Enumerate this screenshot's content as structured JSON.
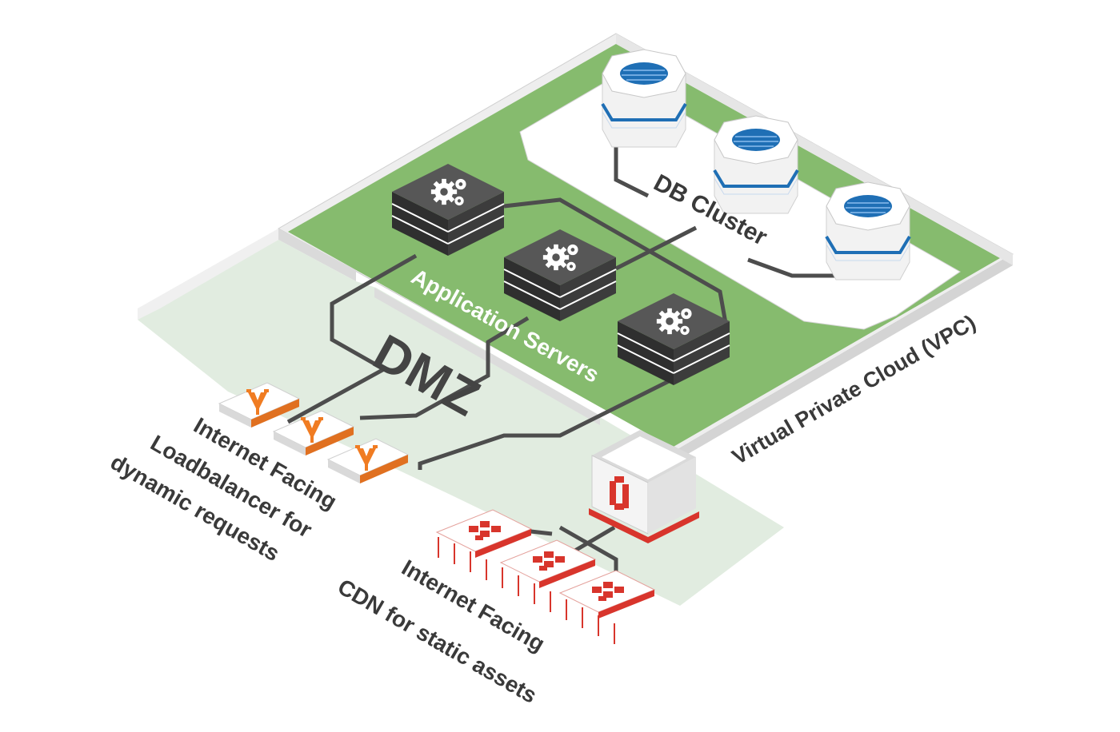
{
  "labels": {
    "vpc": "Virtual Private Cloud (VPC)",
    "db_cluster": "DB Cluster",
    "app_servers": "Application Servers",
    "dmz": "DMZ",
    "lb_line1": "Internet Facing",
    "lb_line2": "Loadbalancer for",
    "lb_line3": "dynamic requests",
    "cdn_line1": "Internet Facing",
    "cdn_line2": "CDN for static assets"
  },
  "icons": {
    "app_server": "gear-icon",
    "db": "database-icon",
    "loadbalancer": "loadbalancer-icon",
    "cdn": "cdn-edge-icon",
    "storage": "storage-bucket-icon"
  },
  "colors": {
    "vpc_green": "#86bb6e",
    "dmz_gray": "#e1ece0",
    "server_dark": "#4a4a4a",
    "db_blue": "#1f6fb5",
    "lb_orange": "#f07c22",
    "cdn_red": "#d8352c",
    "connector": "#4d4d4d"
  }
}
